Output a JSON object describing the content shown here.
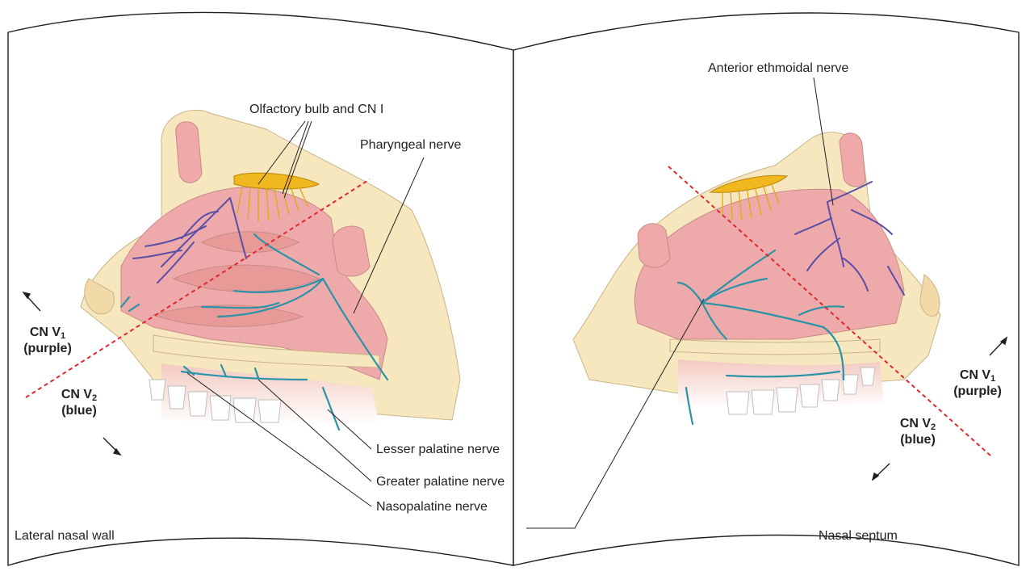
{
  "left_panel": {
    "caption": "Lateral nasal wall",
    "labels": {
      "olfactory": "Olfactory bulb and CN I",
      "pharyngeal": "Pharyngeal nerve",
      "lesser_palatine": "Lesser palatine nerve",
      "greater_palatine": "Greater palatine nerve",
      "nasopalatine": "Nasopalatine nerve"
    },
    "v1": {
      "main": "CN V",
      "sub": "1",
      "color_word": "(purple)"
    },
    "v2": {
      "main": "CN V",
      "sub": "2",
      "color_word": "(blue)"
    }
  },
  "right_panel": {
    "caption": "Nasal septum",
    "labels": {
      "anterior_ethmoidal": "Anterior ethmoidal nerve"
    },
    "v1": {
      "main": "CN V",
      "sub": "1",
      "color_word": "(purple)"
    },
    "v2": {
      "main": "CN V",
      "sub": "2",
      "color_word": "(blue)"
    }
  },
  "colors": {
    "v1_nerve": "#5b4ea8",
    "v2_nerve": "#2a93a8",
    "dividing_line": "#e0282e",
    "mucosa": "#eeaaaa",
    "bone": "#f6e7bf",
    "olfactory": "#f0b81e"
  }
}
